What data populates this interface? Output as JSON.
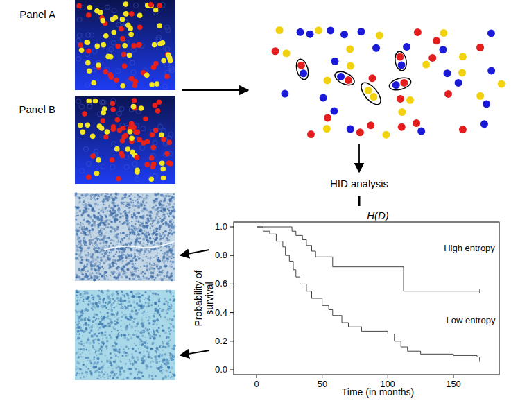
{
  "diagram": {
    "nodes": [
      {
        "text": [
          "Panel A"
        ]
      },
      {
        "text": [
          "Panel B"
        ]
      }
    ],
    "labels": [
      "HID analysis",
      "H(D)",
      "1.0",
      "0.8",
      "0.6",
      "0.4",
      "0.2",
      "0.0",
      "0",
      "50",
      "100",
      "150",
      "High entropy",
      "Low entropy",
      "Probability of survival",
      "Time (in months)"
    ]
  }
}
